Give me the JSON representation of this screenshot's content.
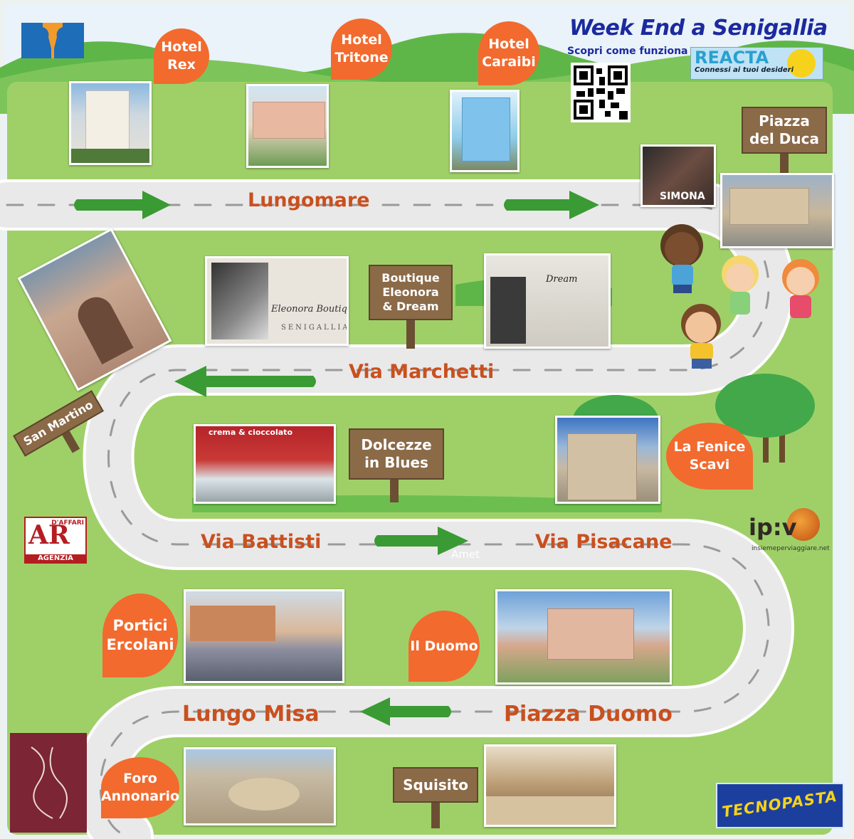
{
  "title": "Week End a Senigallia",
  "subtitle": "Scopri come funziona",
  "reacta": {
    "name": "REACTA",
    "tagline": "Connessi ai tuoi desideri"
  },
  "streets": {
    "lungomare": "Lungomare",
    "via_marchetti": "Via Marchetti",
    "via_battisti": "Via Battisti",
    "via_pisacane": "Via Pisacane",
    "lungo_misa": "Lungo Misa",
    "piazza_duomo": "Piazza Duomo"
  },
  "pins": {
    "hotel_rex": [
      "Hotel",
      "Rex"
    ],
    "hotel_tritone": [
      "Hotel",
      "Tritone"
    ],
    "hotel_caraibi": [
      "Hotel",
      "Caraibi"
    ],
    "la_fenice": [
      "La Fenice",
      "Scavi"
    ],
    "portici": [
      "Portici",
      "Ercolani"
    ],
    "il_duomo": [
      "Il Duomo"
    ],
    "foro": [
      "Foro",
      "Annonario"
    ]
  },
  "signs": {
    "piazza_del_duca": [
      "Piazza",
      "del Duca"
    ],
    "boutique": [
      "Boutique",
      "Eleonora",
      "& Dream"
    ],
    "dolcezze": [
      "Dolcezze",
      "in Blues"
    ],
    "san_martino": "San Martino",
    "squisito": "Squisito"
  },
  "photo_texts": {
    "simona": "SIMONA",
    "gelato_header": "crema & cioccolato",
    "eleonora_boutique": "Eleonora Boutique",
    "senigallia": "SENIGALLIA",
    "dream": "Dream",
    "amet": "Amet"
  },
  "logos": {
    "ar_agenzia": {
      "letters": "AR",
      "top": "D'AFFARI",
      "bottom": "AGENZIA"
    },
    "ipv": {
      "mark": "ip:v",
      "url": "insiemeperviaggiare.net"
    },
    "tecnopasta": "TECNOPASTA"
  },
  "colors": {
    "grass": "#9fd068",
    "road": "#f2f2f2",
    "orange": "#f26a2e",
    "arrow": "#3a9a34",
    "street_text": "#c9501f",
    "title": "#1b2a9e",
    "sign_wood": "#8b6a48"
  }
}
